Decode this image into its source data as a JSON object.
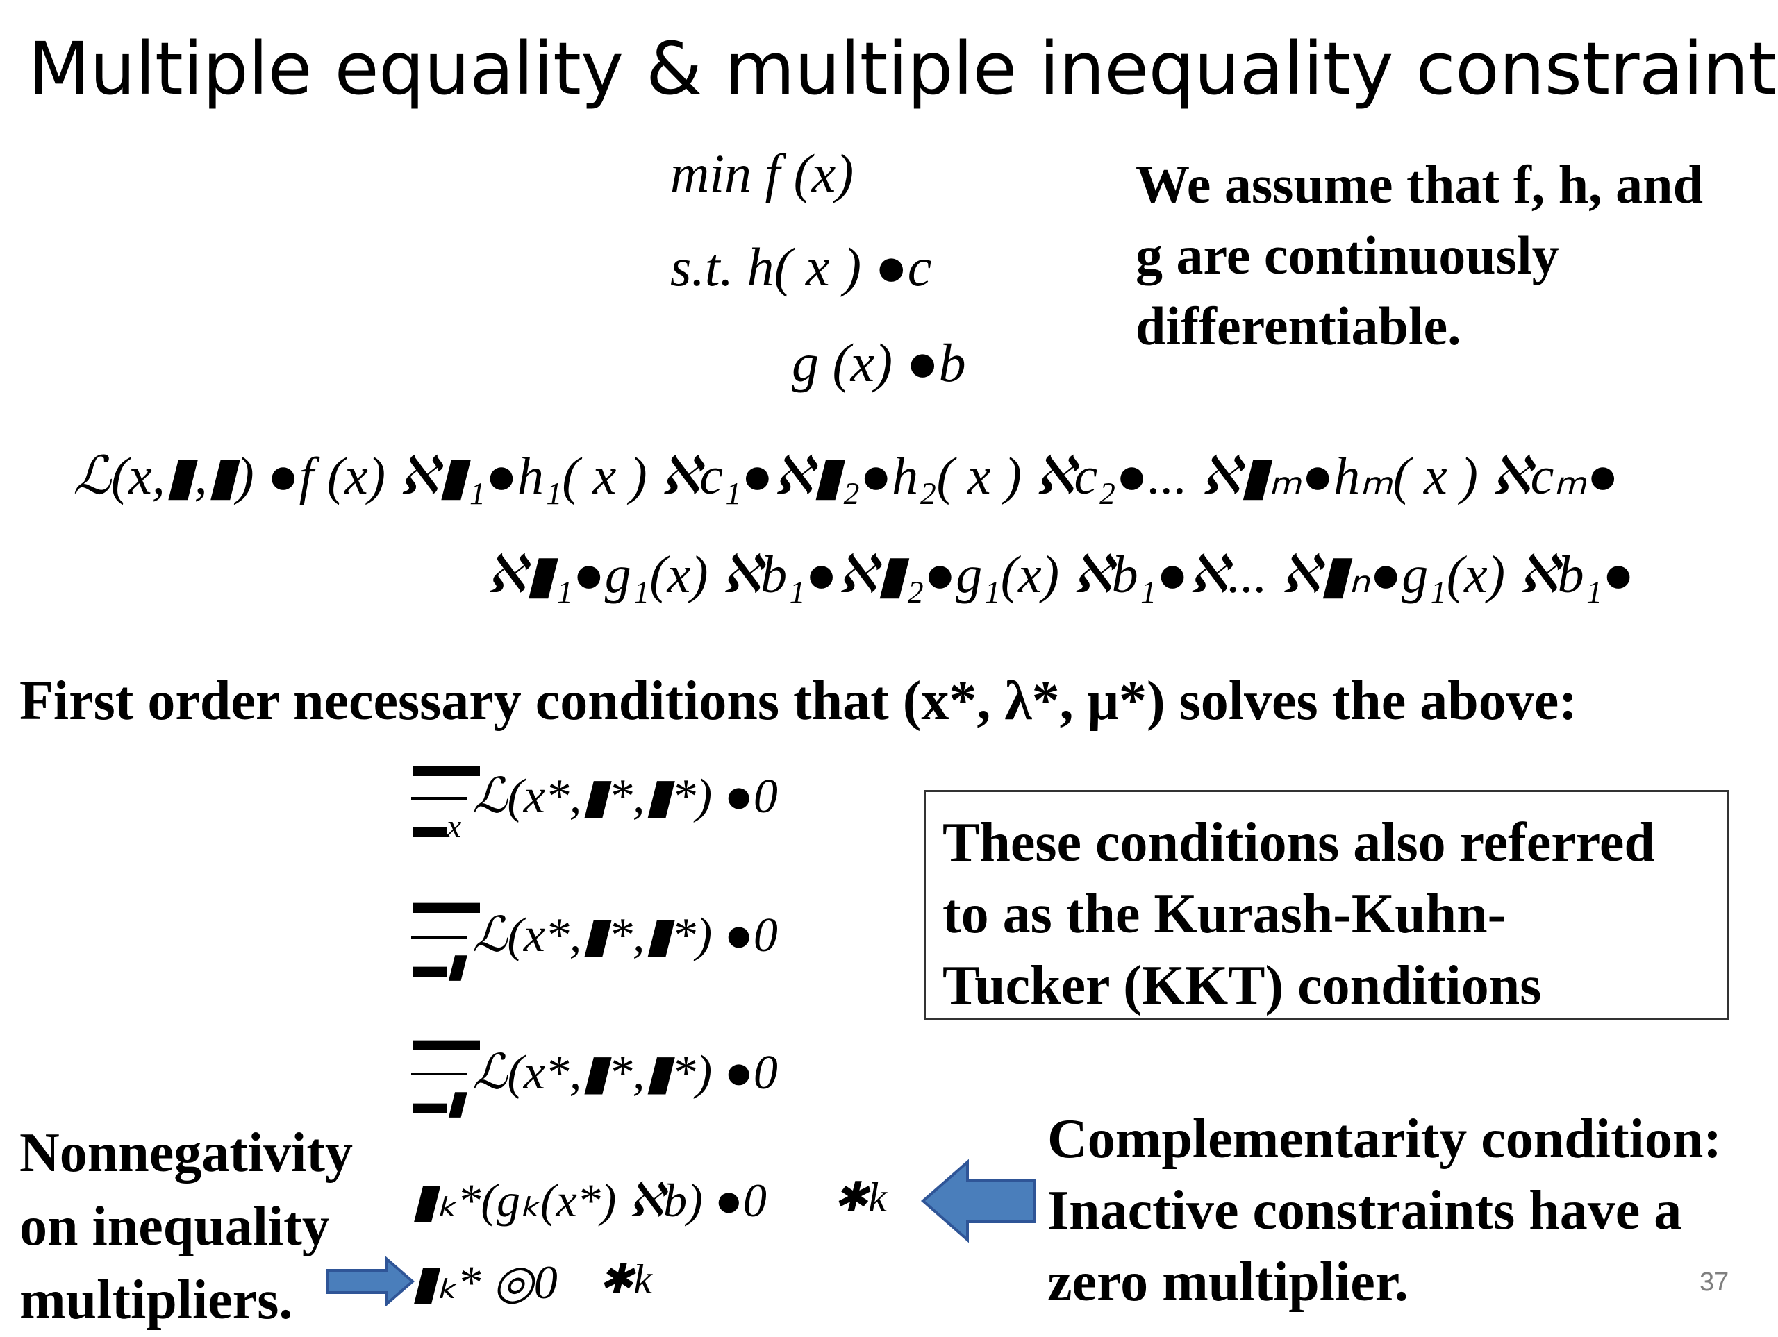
{
  "slide": {
    "title": "Multiple equality & multiple inequality constraints",
    "page_number": "37"
  },
  "problem": {
    "objective": "min  f (x)",
    "constraint_eq": "s.t.  h( x ) ●c",
    "constraint_ineq": "g (x)  ●b"
  },
  "assumption": {
    "line1": "We assume that f, h, and",
    "line2": "g are continuously",
    "line3": "differentiable."
  },
  "lagrangian": {
    "line1": "ℒ(x,▮,▮)  ●f (x)  ℵ▮₁●h₁( x )  ℵc₁●ℵ▮₂●h₂( x )  ℵc₂●... ℵ▮ₘ●hₘ( x )  ℵcₘ●",
    "line2": "ℵ▮₁●g₁(x)  ℵb₁●ℵ▮₂●g₁(x)  ℵb₁●ℵ... ℵ▮ₙ●g₁(x)  ℵb₁●"
  },
  "foc_heading": "First order necessary conditions that (x*, λ*, μ*) solves the above:",
  "conditions": [
    {
      "numerator": "▬▬",
      "denominator": "▬x",
      "expr": "ℒ(x*,▮*,▮*)  ●0"
    },
    {
      "numerator": "▬▬",
      "denominator": "▬▮",
      "expr": "ℒ(x*,▮*,▮*)  ●0"
    },
    {
      "numerator": "▬▬",
      "denominator": "▬▮",
      "expr": "ℒ(x*,▮*,▮*)  ●0"
    }
  ],
  "complementarity_expr": "▮ₖ*(gₖ(x*)  ℵb)  ●0",
  "complementarity_forall": "✱k",
  "nonneg_expr": "▮ₖ*  ◎0",
  "nonneg_forall": "✱k",
  "kkt_box": {
    "line1": "These conditions also referred",
    "line2": "to as the Kurash-Kuhn-",
    "line3": "Tucker (KKT) conditions"
  },
  "nonnegativity_note": {
    "line1": "Nonnegativity",
    "line2": "on inequality",
    "line3": "multipliers."
  },
  "complementarity_note": {
    "line1": "Complementarity condition:",
    "line2": "Inactive constraints have a",
    "line3": "zero multiplier."
  },
  "colors": {
    "arrow_fill": "#4a7ebb",
    "arrow_stroke": "#2f5597",
    "page_number": "#7f7f7f"
  }
}
